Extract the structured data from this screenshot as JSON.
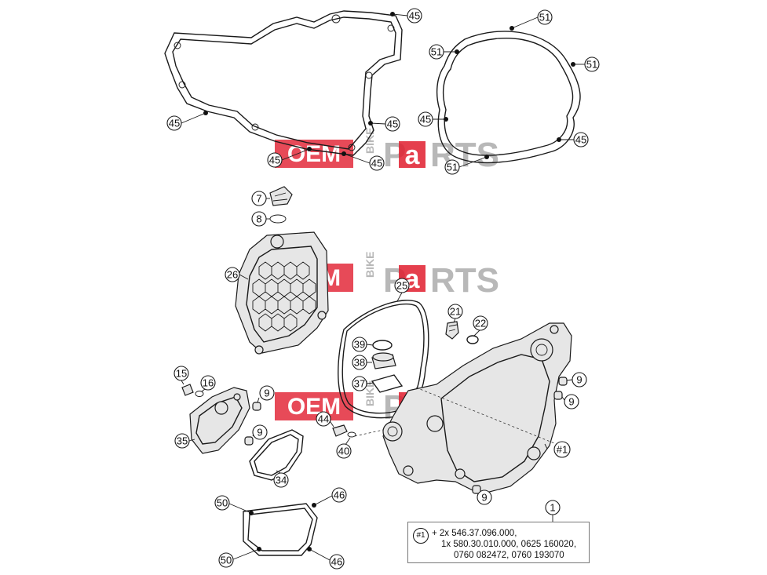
{
  "watermark": {
    "oem": "OEM",
    "bike": "BIKE",
    "p": "P",
    "a": "a",
    "rts": "RTS",
    "accent_color": "#e11d2e",
    "grey_color": "#b8b8b8"
  },
  "callouts": {
    "c45a": "45",
    "c45b": "45",
    "c45c": "45",
    "c45d": "45",
    "c45e": "45",
    "c45f": "45",
    "c45g": "45",
    "c51a": "51",
    "c51b": "51",
    "c51c": "51",
    "c51d": "51",
    "c7": "7",
    "c8": "8",
    "c26": "26",
    "c25": "25",
    "c21": "21",
    "c22": "22",
    "c39": "39",
    "c38": "38",
    "c37": "37",
    "c15": "15",
    "c16": "16",
    "c9a": "9",
    "c9b": "9",
    "c9c": "9",
    "c9d": "9",
    "c9e": "9",
    "c35": "35",
    "c34": "34",
    "c44": "44",
    "c40": "40",
    "c1": "1",
    "ref1": "#1",
    "c50a": "50",
    "c50b": "50",
    "c46a": "46",
    "c46b": "46"
  },
  "note": {
    "ref": "#1",
    "line1": "+ 2x 546.37.096.000,",
    "line2": "1x 580.30.010.000, 0625 160020,",
    "line3": "0760 082472, 0760 193070"
  }
}
